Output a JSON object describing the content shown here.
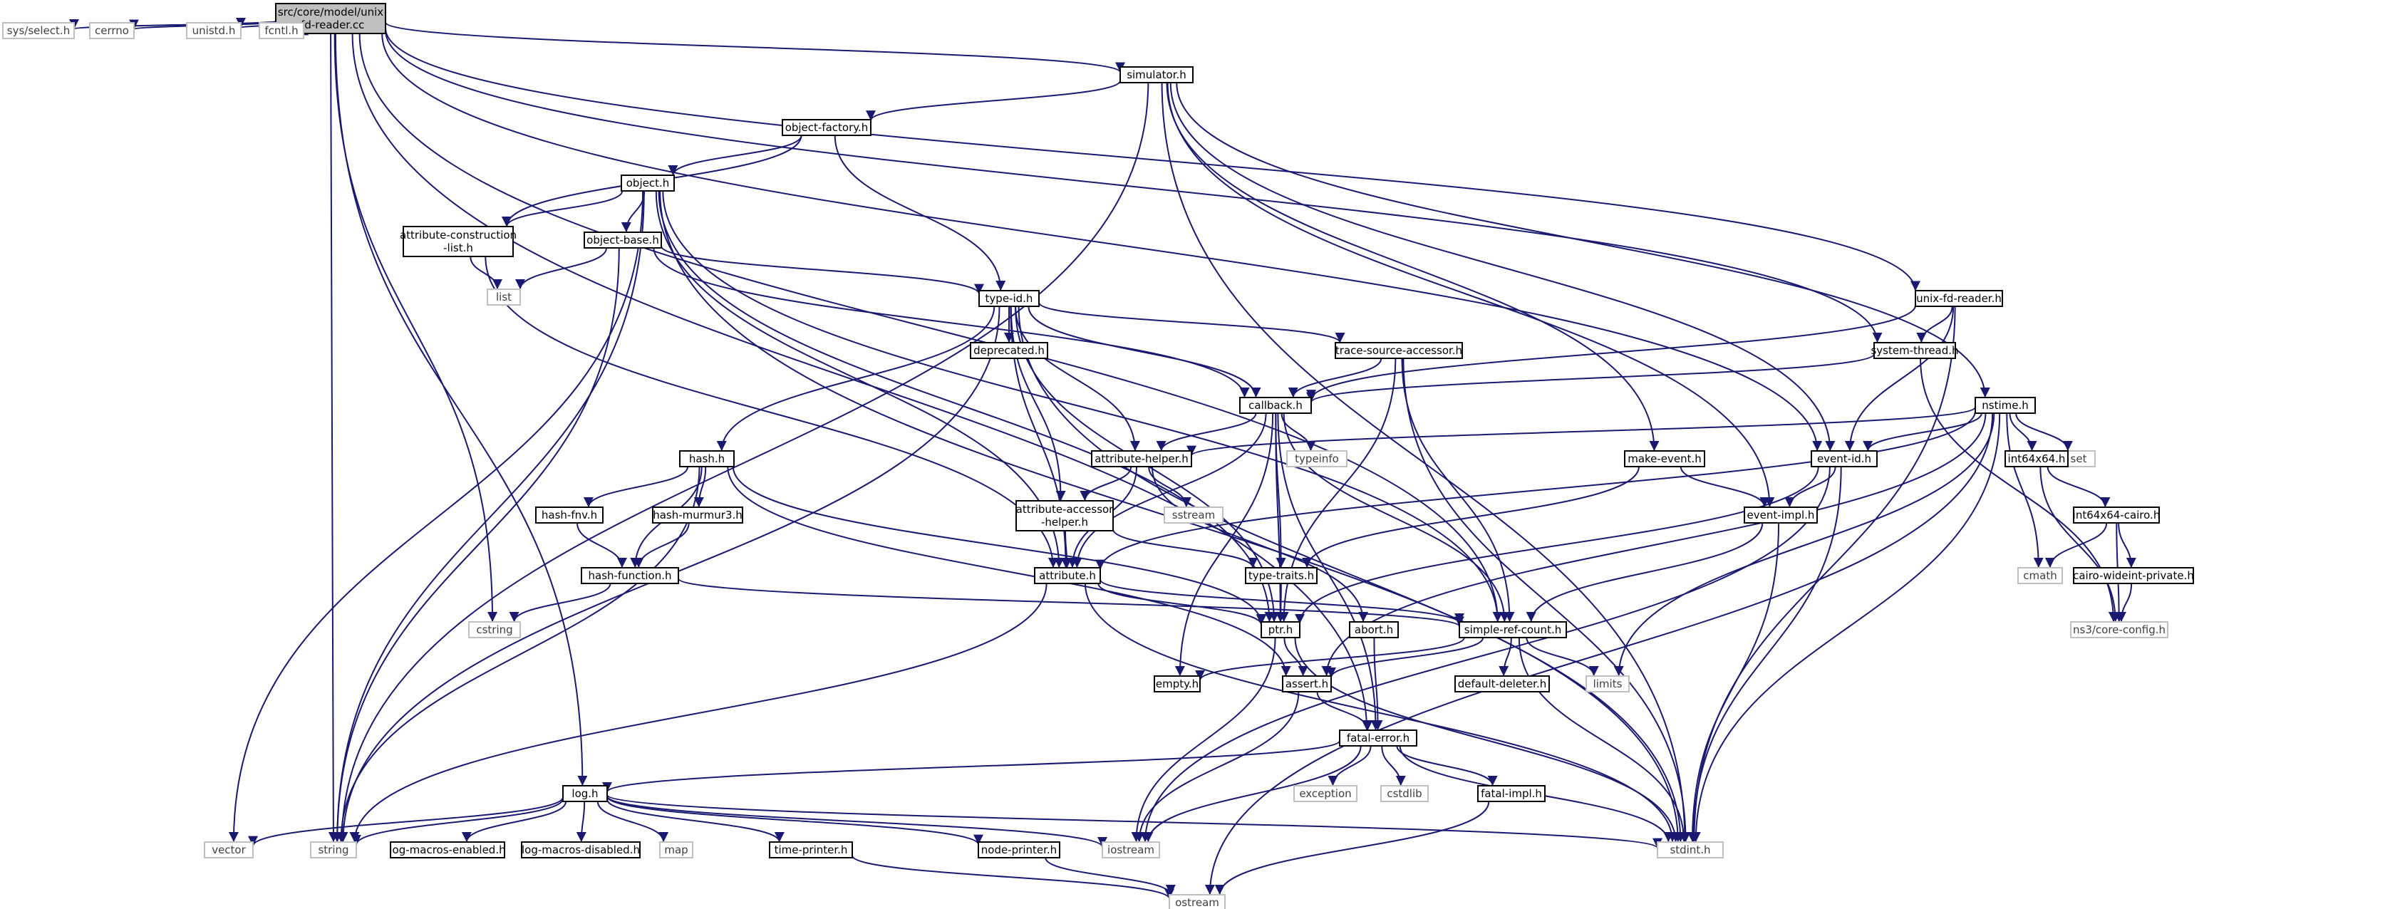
{
  "diagram": {
    "colors": {
      "edge": "#191970",
      "internal_border": "#000000",
      "external_border": "#bfbfbf",
      "external_text": "#3f3f3f",
      "root_fill": "#bfbfbf",
      "node_fill": "#ffffff"
    },
    "root_node": "src/core/model/unix-fd-reader.cc",
    "nodes": [
      {
        "id": "root",
        "label": [
          "src/core/model/unix",
          "-fd-reader.cc"
        ],
        "kind": "root"
      },
      {
        "id": "sysselect",
        "label": [
          "sys/select.h"
        ],
        "kind": "external"
      },
      {
        "id": "cerrno",
        "label": [
          "cerrno"
        ],
        "kind": "external"
      },
      {
        "id": "unistd",
        "label": [
          "unistd.h"
        ],
        "kind": "external"
      },
      {
        "id": "fcntl",
        "label": [
          "fcntl.h"
        ],
        "kind": "external"
      },
      {
        "id": "simulator",
        "label": [
          "simulator.h"
        ],
        "kind": "internal"
      },
      {
        "id": "objectfactory",
        "label": [
          "object-factory.h"
        ],
        "kind": "internal"
      },
      {
        "id": "object",
        "label": [
          "object.h"
        ],
        "kind": "internal"
      },
      {
        "id": "attrconst",
        "label": [
          "attribute-construction",
          "-list.h"
        ],
        "kind": "internal"
      },
      {
        "id": "objectbase",
        "label": [
          "object-base.h"
        ],
        "kind": "internal"
      },
      {
        "id": "list",
        "label": [
          "list"
        ],
        "kind": "external"
      },
      {
        "id": "typeid",
        "label": [
          "type-id.h"
        ],
        "kind": "internal"
      },
      {
        "id": "deprecated",
        "label": [
          "deprecated.h"
        ],
        "kind": "internal"
      },
      {
        "id": "tracesrc",
        "label": [
          "trace-source-accessor.h"
        ],
        "kind": "internal"
      },
      {
        "id": "callback",
        "label": [
          "callback.h"
        ],
        "kind": "internal"
      },
      {
        "id": "typeinfo",
        "label": [
          "typeinfo"
        ],
        "kind": "external"
      },
      {
        "id": "hash",
        "label": [
          "hash.h"
        ],
        "kind": "internal"
      },
      {
        "id": "hashfnv",
        "label": [
          "hash-fnv.h"
        ],
        "kind": "internal"
      },
      {
        "id": "hashmurmur",
        "label": [
          "hash-murmur3.h"
        ],
        "kind": "internal"
      },
      {
        "id": "hashfunction",
        "label": [
          "hash-function.h"
        ],
        "kind": "internal"
      },
      {
        "id": "attrhelper",
        "label": [
          "attribute-helper.h"
        ],
        "kind": "internal"
      },
      {
        "id": "sstream",
        "label": [
          "sstream"
        ],
        "kind": "external"
      },
      {
        "id": "attraccessor",
        "label": [
          "attribute-accessor",
          "-helper.h"
        ],
        "kind": "internal"
      },
      {
        "id": "attribute",
        "label": [
          "attribute.h"
        ],
        "kind": "internal"
      },
      {
        "id": "typetraits",
        "label": [
          "type-traits.h"
        ],
        "kind": "internal"
      },
      {
        "id": "ptr",
        "label": [
          "ptr.h"
        ],
        "kind": "internal"
      },
      {
        "id": "abort",
        "label": [
          "abort.h"
        ],
        "kind": "internal"
      },
      {
        "id": "cstring",
        "label": [
          "cstring"
        ],
        "kind": "external"
      },
      {
        "id": "simplerefcount",
        "label": [
          "simple-ref-count.h"
        ],
        "kind": "internal"
      },
      {
        "id": "empty",
        "label": [
          "empty.h"
        ],
        "kind": "internal"
      },
      {
        "id": "assert",
        "label": [
          "assert.h"
        ],
        "kind": "internal"
      },
      {
        "id": "defaultdeleter",
        "label": [
          "default-deleter.h"
        ],
        "kind": "internal"
      },
      {
        "id": "limits",
        "label": [
          "limits"
        ],
        "kind": "external"
      },
      {
        "id": "fatalerror",
        "label": [
          "fatal-error.h"
        ],
        "kind": "internal"
      },
      {
        "id": "exception",
        "label": [
          "exception"
        ],
        "kind": "external"
      },
      {
        "id": "cstdlib",
        "label": [
          "cstdlib"
        ],
        "kind": "external"
      },
      {
        "id": "fatalimpl",
        "label": [
          "fatal-impl.h"
        ],
        "kind": "internal"
      },
      {
        "id": "log",
        "label": [
          "log.h"
        ],
        "kind": "internal"
      },
      {
        "id": "vector",
        "label": [
          "vector"
        ],
        "kind": "external"
      },
      {
        "id": "string",
        "label": [
          "string"
        ],
        "kind": "external"
      },
      {
        "id": "logmacrosen",
        "label": [
          "log-macros-enabled.h"
        ],
        "kind": "internal"
      },
      {
        "id": "logmacrosdis",
        "label": [
          "log-macros-disabled.h"
        ],
        "kind": "internal"
      },
      {
        "id": "map",
        "label": [
          "map"
        ],
        "kind": "external"
      },
      {
        "id": "timeprinter",
        "label": [
          "time-printer.h"
        ],
        "kind": "internal"
      },
      {
        "id": "nodeprinter",
        "label": [
          "node-printer.h"
        ],
        "kind": "internal"
      },
      {
        "id": "iostream",
        "label": [
          "iostream"
        ],
        "kind": "external"
      },
      {
        "id": "stdint",
        "label": [
          "stdint.h"
        ],
        "kind": "external"
      },
      {
        "id": "ostream",
        "label": [
          "ostream"
        ],
        "kind": "external"
      },
      {
        "id": "makeevent",
        "label": [
          "make-event.h"
        ],
        "kind": "internal"
      },
      {
        "id": "eventimpl",
        "label": [
          "event-impl.h"
        ],
        "kind": "internal"
      },
      {
        "id": "eventid",
        "label": [
          "event-id.h"
        ],
        "kind": "internal"
      },
      {
        "id": "nstime",
        "label": [
          "nstime.h"
        ],
        "kind": "internal"
      },
      {
        "id": "set",
        "label": [
          "set"
        ],
        "kind": "external"
      },
      {
        "id": "int64x64",
        "label": [
          "int64x64.h"
        ],
        "kind": "internal"
      },
      {
        "id": "int64cairo",
        "label": [
          "int64x64-cairo.h"
        ],
        "kind": "internal"
      },
      {
        "id": "cmath",
        "label": [
          "cmath"
        ],
        "kind": "external"
      },
      {
        "id": "cairowide",
        "label": [
          "cairo-wideint-private.h"
        ],
        "kind": "internal"
      },
      {
        "id": "coreconfig",
        "label": [
          "ns3/core-config.h"
        ],
        "kind": "external"
      },
      {
        "id": "unixfdreader",
        "label": [
          "unix-fd-reader.h"
        ],
        "kind": "internal"
      },
      {
        "id": "systemthread",
        "label": [
          "system-thread.h"
        ],
        "kind": "internal"
      }
    ],
    "edges": [
      [
        "root",
        "sysselect"
      ],
      [
        "root",
        "cerrno"
      ],
      [
        "root",
        "unistd"
      ],
      [
        "root",
        "fcntl"
      ],
      [
        "root",
        "simulator"
      ],
      [
        "root",
        "cstring"
      ],
      [
        "root",
        "log"
      ],
      [
        "root",
        "string"
      ],
      [
        "root",
        "unixfdreader"
      ],
      [
        "root",
        "systemthread"
      ],
      [
        "root",
        "fatalerror"
      ],
      [
        "root",
        "simplerefcount"
      ],
      [
        "root",
        "eventid"
      ],
      [
        "simulator",
        "objectfactory"
      ],
      [
        "simulator",
        "string"
      ],
      [
        "simulator",
        "stdint"
      ],
      [
        "simulator",
        "makeevent"
      ],
      [
        "simulator",
        "eventimpl"
      ],
      [
        "simulator",
        "eventid"
      ],
      [
        "simulator",
        "nstime"
      ],
      [
        "objectfactory",
        "object"
      ],
      [
        "objectfactory",
        "attrconst"
      ],
      [
        "objectfactory",
        "typeid"
      ],
      [
        "object",
        "attrconst"
      ],
      [
        "object",
        "objectbase"
      ],
      [
        "object",
        "vector"
      ],
      [
        "object",
        "string"
      ],
      [
        "object",
        "ptr"
      ],
      [
        "object",
        "attribute"
      ],
      [
        "object",
        "simplerefcount"
      ],
      [
        "object",
        "stdint"
      ],
      [
        "attrconst",
        "list"
      ],
      [
        "attrconst",
        "attribute"
      ],
      [
        "objectbase",
        "list"
      ],
      [
        "objectbase",
        "string"
      ],
      [
        "objectbase",
        "typeid"
      ],
      [
        "objectbase",
        "callback"
      ],
      [
        "typeid",
        "deprecated"
      ],
      [
        "typeid",
        "tracesrc"
      ],
      [
        "typeid",
        "callback"
      ],
      [
        "typeid",
        "hash"
      ],
      [
        "typeid",
        "attrhelper"
      ],
      [
        "typeid",
        "attraccessor"
      ],
      [
        "typeid",
        "attribute"
      ],
      [
        "typeid",
        "string"
      ],
      [
        "typeid",
        "stdint"
      ],
      [
        "typeid",
        "ptr"
      ],
      [
        "tracesrc",
        "callback"
      ],
      [
        "tracesrc",
        "ptr"
      ],
      [
        "tracesrc",
        "simplerefcount"
      ],
      [
        "tracesrc",
        "stdint"
      ],
      [
        "callback",
        "typeinfo"
      ],
      [
        "callback",
        "attrhelper"
      ],
      [
        "callback",
        "attribute"
      ],
      [
        "callback",
        "ptr"
      ],
      [
        "callback",
        "typetraits"
      ],
      [
        "callback",
        "simplerefcount"
      ],
      [
        "callback",
        "fatalerror"
      ],
      [
        "callback",
        "empty"
      ],
      [
        "hash",
        "hashfnv"
      ],
      [
        "hash",
        "hashmurmur"
      ],
      [
        "hash",
        "hashfunction"
      ],
      [
        "hash",
        "string"
      ],
      [
        "hash",
        "ptr"
      ],
      [
        "hash",
        "assert"
      ],
      [
        "hashfnv",
        "hashfunction"
      ],
      [
        "hashmurmur",
        "hashfunction"
      ],
      [
        "hashfunction",
        "cstring"
      ],
      [
        "hashfunction",
        "simplerefcount"
      ],
      [
        "attrhelper",
        "attraccessor"
      ],
      [
        "attrhelper",
        "attribute"
      ],
      [
        "attrhelper",
        "sstream"
      ],
      [
        "attrhelper",
        "abort"
      ],
      [
        "attraccessor",
        "attribute"
      ],
      [
        "attraccessor",
        "typetraits"
      ],
      [
        "attribute",
        "string"
      ],
      [
        "attribute",
        "ptr"
      ],
      [
        "attribute",
        "simplerefcount"
      ],
      [
        "attribute",
        "stdint"
      ],
      [
        "typetraits",
        "ptr"
      ],
      [
        "ptr",
        "assert"
      ],
      [
        "ptr",
        "iostream"
      ],
      [
        "ptr",
        "stdint"
      ],
      [
        "abort",
        "fatalerror"
      ],
      [
        "simplerefcount",
        "empty"
      ],
      [
        "simplerefcount",
        "assert"
      ],
      [
        "simplerefcount",
        "defaultdeleter"
      ],
      [
        "simplerefcount",
        "limits"
      ],
      [
        "simplerefcount",
        "stdint"
      ],
      [
        "assert",
        "fatalerror"
      ],
      [
        "assert",
        "iostream"
      ],
      [
        "fatalerror",
        "exception"
      ],
      [
        "fatalerror",
        "cstdlib"
      ],
      [
        "fatalerror",
        "fatalimpl"
      ],
      [
        "fatalerror",
        "iostream"
      ],
      [
        "fatalerror",
        "log"
      ],
      [
        "fatalerror",
        "stdint"
      ],
      [
        "fatalimpl",
        "ostream"
      ],
      [
        "log",
        "vector"
      ],
      [
        "log",
        "string"
      ],
      [
        "log",
        "logmacrosen"
      ],
      [
        "log",
        "logmacrosdis"
      ],
      [
        "log",
        "map"
      ],
      [
        "log",
        "timeprinter"
      ],
      [
        "log",
        "nodeprinter"
      ],
      [
        "log",
        "iostream"
      ],
      [
        "log",
        "stdint"
      ],
      [
        "timeprinter",
        "ostream"
      ],
      [
        "nodeprinter",
        "ostream"
      ],
      [
        "makeevent",
        "eventimpl"
      ],
      [
        "makeevent",
        "typetraits"
      ],
      [
        "eventimpl",
        "simplerefcount"
      ],
      [
        "eventimpl",
        "stdint"
      ],
      [
        "eventid",
        "eventimpl"
      ],
      [
        "eventid",
        "ptr"
      ],
      [
        "eventid",
        "stdint"
      ],
      [
        "eventid",
        "iostream"
      ],
      [
        "nstime",
        "eventid"
      ],
      [
        "nstime",
        "attrhelper"
      ],
      [
        "nstime",
        "attribute"
      ],
      [
        "nstime",
        "set"
      ],
      [
        "nstime",
        "int64x64"
      ],
      [
        "nstime",
        "cmath"
      ],
      [
        "nstime",
        "limits"
      ],
      [
        "nstime",
        "assert"
      ],
      [
        "nstime",
        "ostream"
      ],
      [
        "nstime",
        "stdint"
      ],
      [
        "int64x64",
        "int64cairo"
      ],
      [
        "int64x64",
        "coreconfig"
      ],
      [
        "int64cairo",
        "cmath"
      ],
      [
        "int64cairo",
        "cairowide"
      ],
      [
        "int64cairo",
        "coreconfig"
      ],
      [
        "cairowide",
        "coreconfig"
      ],
      [
        "unixfdreader",
        "callback"
      ],
      [
        "unixfdreader",
        "systemthread"
      ],
      [
        "unixfdreader",
        "eventid"
      ],
      [
        "unixfdreader",
        "stdint"
      ],
      [
        "systemthread",
        "callback"
      ],
      [
        "systemthread",
        "coreconfig"
      ]
    ]
  }
}
